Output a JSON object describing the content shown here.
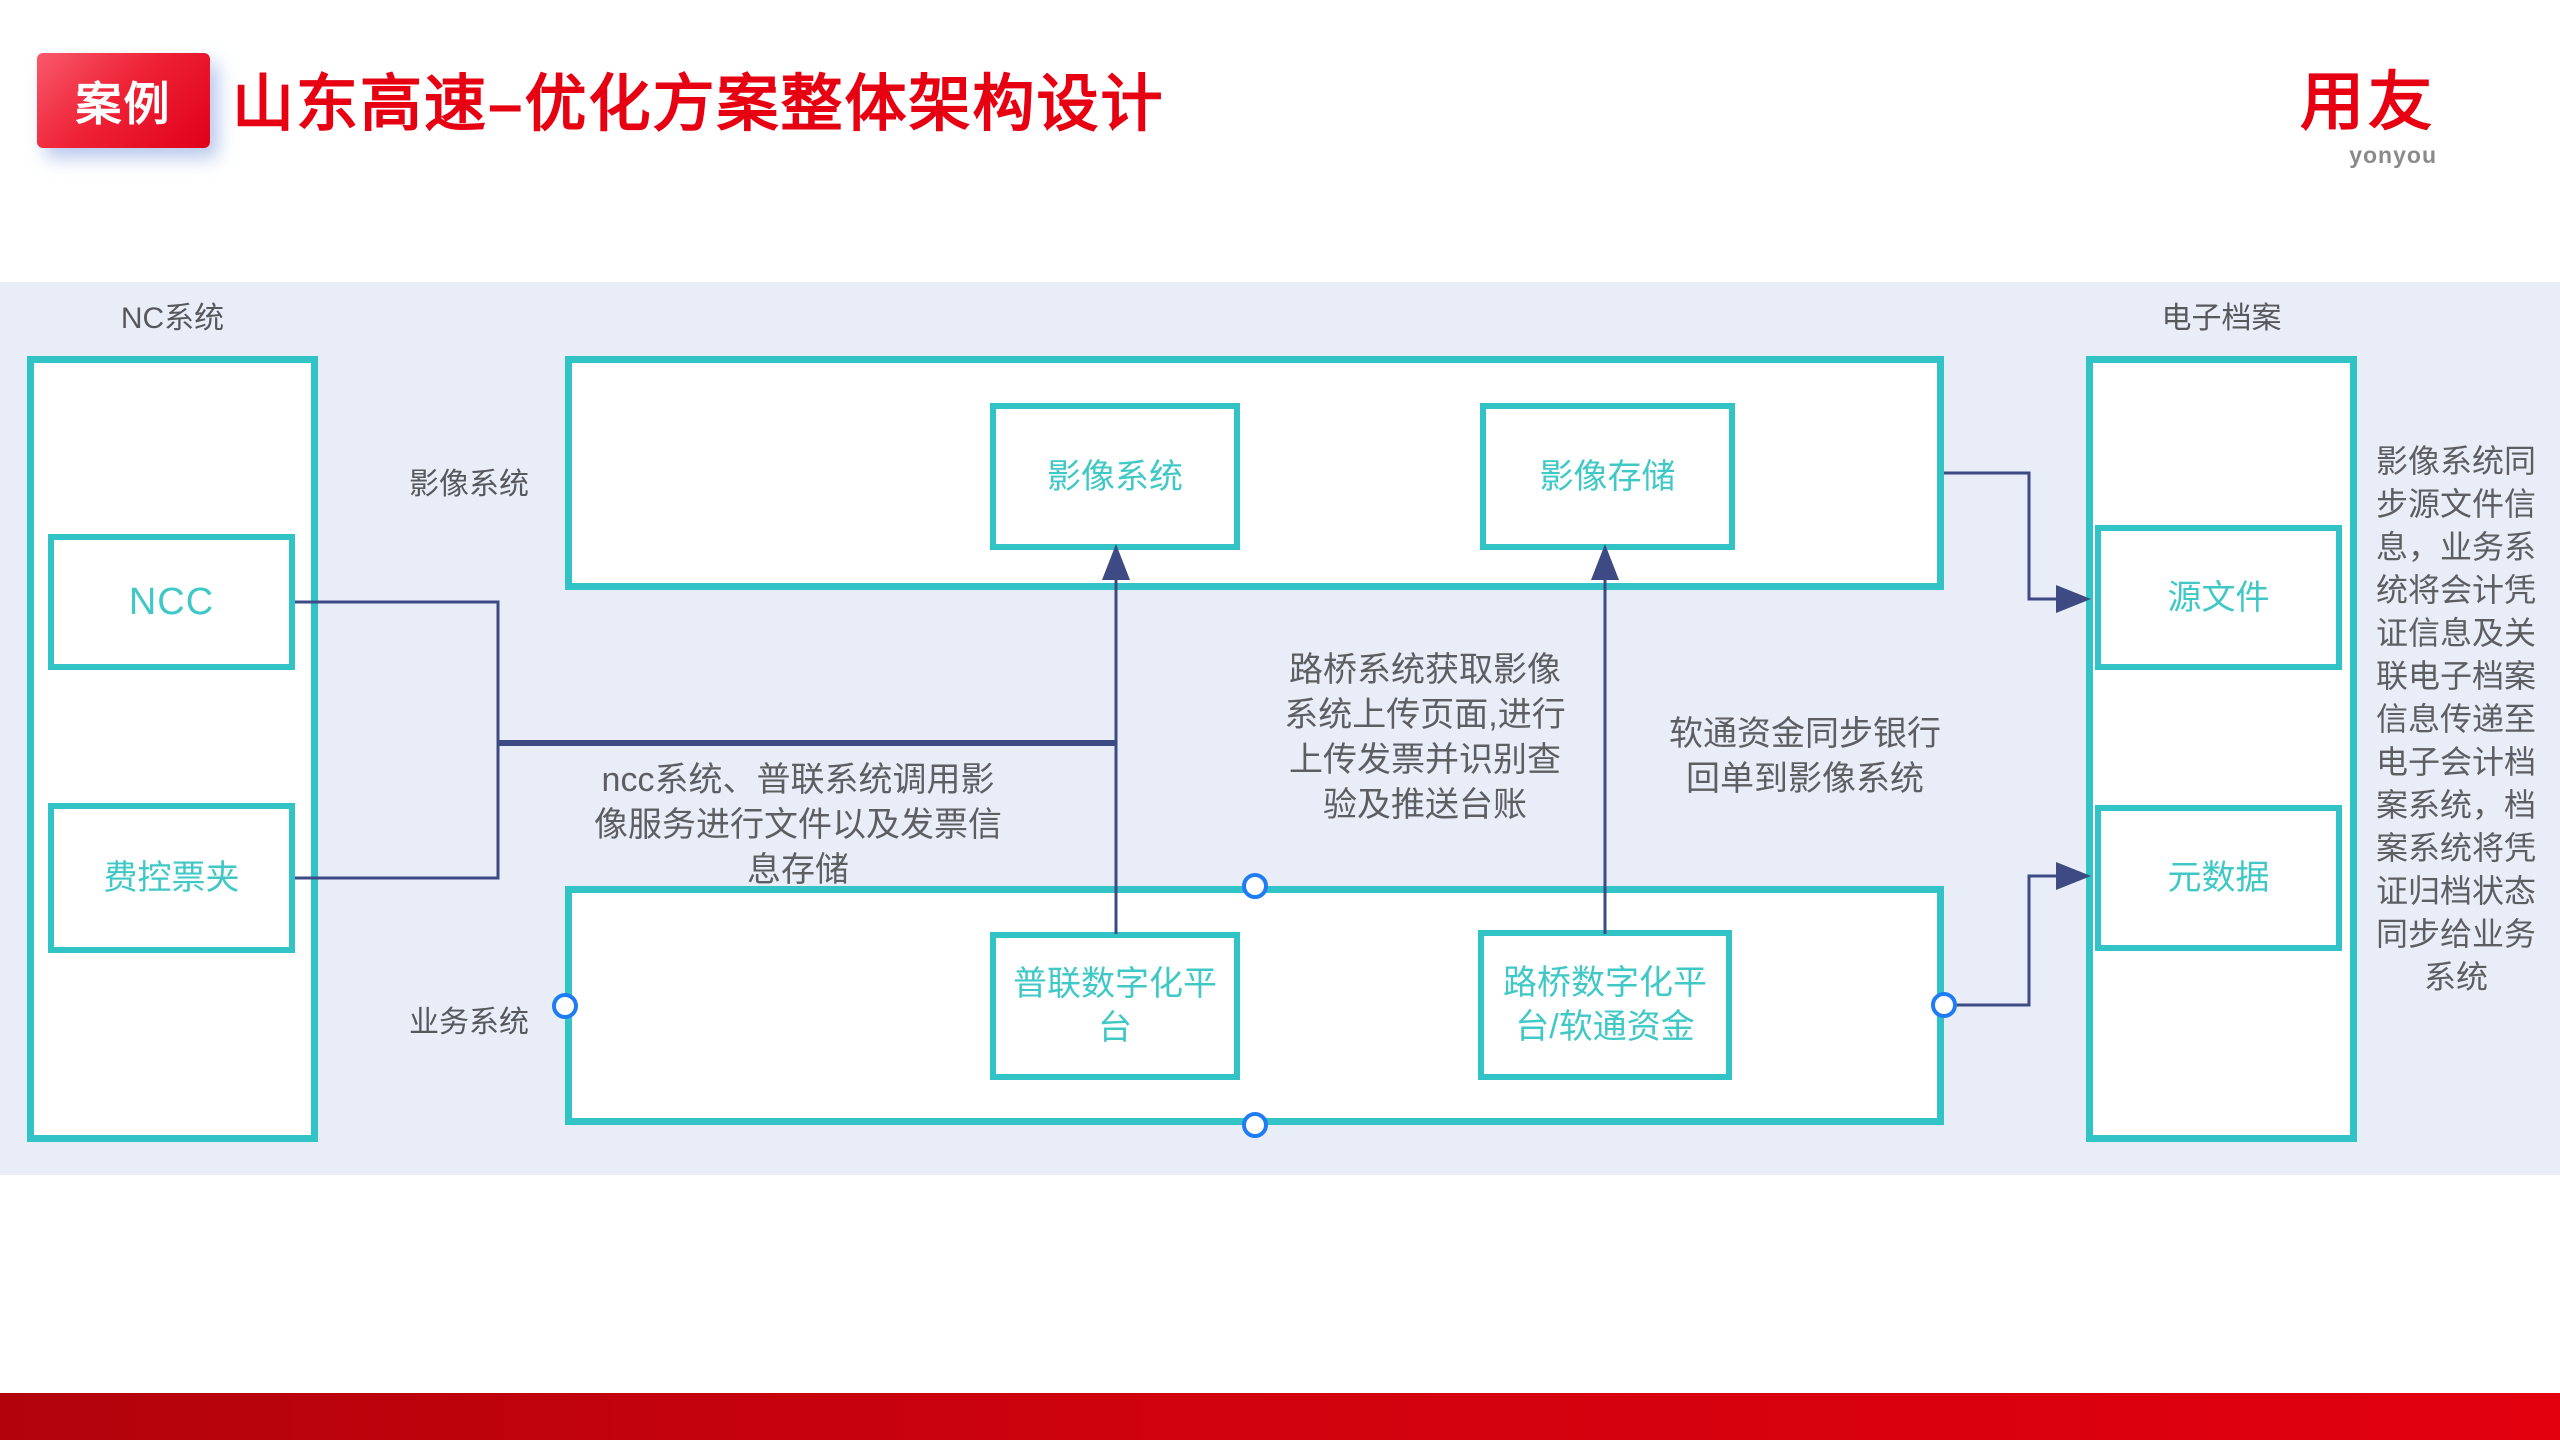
{
  "slide": {
    "badge": "案例",
    "title": "山东高速–优化方案整体架构设计",
    "logo": "用友",
    "logo_subtitle": "yonyou"
  },
  "diagram": {
    "section_labels": {
      "nc": "NC系统",
      "imaging": "影像系统",
      "business": "业务系统",
      "archive": "电子档案"
    },
    "nodes": {
      "ncc": "NCC",
      "expense_folder": "费控票夹",
      "imaging_system": "影像系统",
      "imaging_storage": "影像存储",
      "pulian_platform": "普联数字化平台",
      "luqiao_platform": "路桥数字化平台/软通资金",
      "source_file": "源文件",
      "metadata": "元数据"
    },
    "annotations": {
      "ncc_pulian_note": "ncc系统、普联系统调用影像服务进行文件以及发票信息存储",
      "luqiao_note": "路桥系统获取影像系统上传页面,进行上传发票并识别查验及推送台账",
      "ruantong_note": "软通资金同步银行回单到影像系统",
      "archive_note": "影像系统同步源文件信息，业务系统将会计凭证信息及关联电子档案信息传递至电子会计档案系统，档案系统将凭证归档状态同步给业务系统"
    },
    "colors": {
      "teal_border": "#31C3C6",
      "teal_text": "#3FC8C6",
      "navy_connector": "#3D4A84",
      "band_background": "#E9EDF8",
      "handle_blue": "#1F7CF5",
      "brand_red": "#E60012"
    }
  }
}
